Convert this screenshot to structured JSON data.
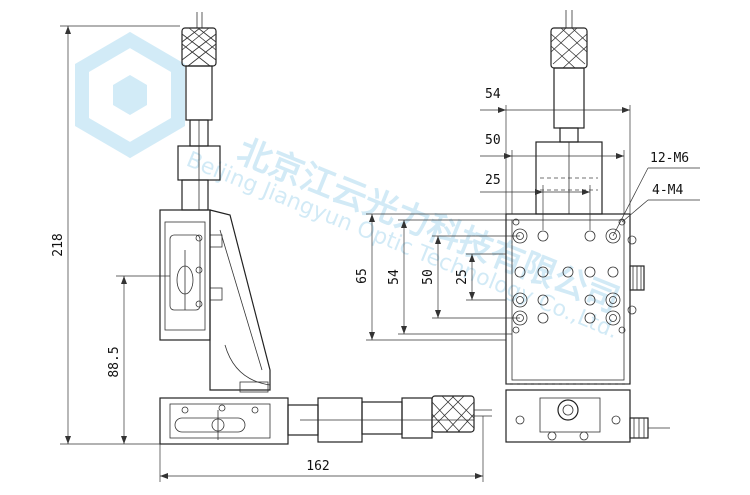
{
  "side_view": {
    "height_total": "218",
    "height_lower": "88.5",
    "width_total": "162"
  },
  "front_view": {
    "dim_54_top": "54",
    "dim_50_top": "50",
    "dim_25_top": "25",
    "dim_65": "65",
    "dim_54_side": "54",
    "dim_50_side": "50",
    "dim_25_side": "25",
    "callout_holes_large": "12-M6",
    "callout_holes_small": "4-M4"
  },
  "watermark": {
    "cn_text": "北京江云光力科技有限公司",
    "en_text": "Beijing Jiangyun Optic Technology Co.,Ltd."
  },
  "colors": {
    "line": "#222222",
    "watermark": "#7fc6e8"
  }
}
